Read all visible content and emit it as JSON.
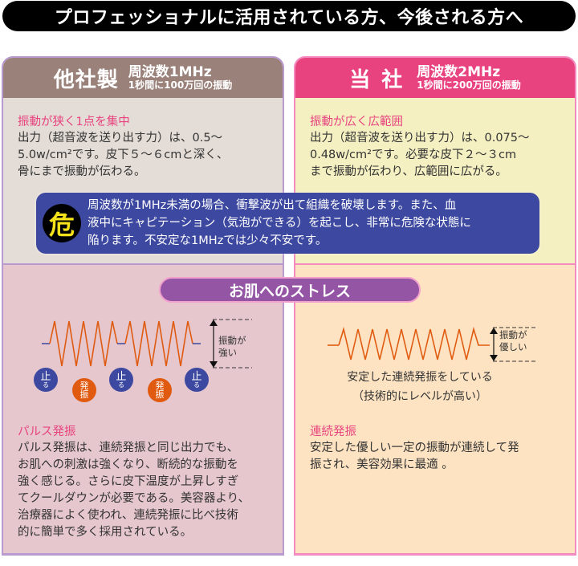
{
  "banner": {
    "title": "プロフェッショナルに活用されている方、今後される方へ"
  },
  "competitor": {
    "name": "他社製",
    "frequency": "周波数1MHz",
    "vibration_rate": "1秒間に100万回の振動",
    "feature_title": "振動が狭く1点を集中",
    "feature_lines": [
      "出力（超音波を送り出す力）は、0.5～",
      "5.0w/cm²です。皮下５～６cmと深く、",
      "骨にまで振動が伝わる。"
    ],
    "stress_labels": {
      "stop": "止",
      "stop_sub": "る",
      "osc_top": "発",
      "osc_bottom": "振",
      "amplitude": [
        "振動が",
        "強い"
      ]
    },
    "mode_title": "パルス発振",
    "mode_lines": [
      "パルス発振は、連続発振と同じ出力でも、",
      "お肌への刺激は強くなり、断続的な振動を",
      "強く感じる。さらに皮下温度が上昇しすぎ",
      "てクールダウンが必要である。美容器より、",
      "治療器によく使われ、連続発振に比べ技術",
      "的に簡単で多く採用されている。"
    ]
  },
  "ours": {
    "name": "当社",
    "frequency": "周波数2MHz",
    "vibration_rate": "1秒間に200万回の振動",
    "feature_title": "振動が広く広範囲",
    "feature_lines": [
      "出力（超音波を送り出す力）は、0.075～",
      "0.48w/cm²です。必要な皮下２～３cm",
      "まで振動が伝わり、広範囲に広がる。"
    ],
    "stress_labels": {
      "amplitude": [
        "振動が",
        "優しい"
      ]
    },
    "caption_lines": [
      "安定した連続発振をしている",
      "（技術的にレベルが高い）"
    ],
    "mode_title": "連続発振",
    "mode_lines": [
      "安定した優しい一定の振動が連続して発",
      "振され、美容効果に最適 。"
    ]
  },
  "danger": {
    "icon_label": "危",
    "lines": [
      "周波数が1MHz未満の場合、衝撃波が出て組織を破壊します。また、血",
      "液中にキャピテーション（気泡ができる）を起こし、非常に危険な状態に",
      "陥ります。不安定な1MHzでは少々不安です。"
    ]
  },
  "stress_section": {
    "title": "お肌へのストレス"
  },
  "colors": {
    "competitor_header": "#9a827a",
    "ours_header": "#e8437f",
    "danger_bg": "#3d48a0",
    "danger_icon": "#f5e21a",
    "stress_pill": "#9555a5",
    "wave": "#e05a10",
    "highlight_text": "#e8437f"
  }
}
